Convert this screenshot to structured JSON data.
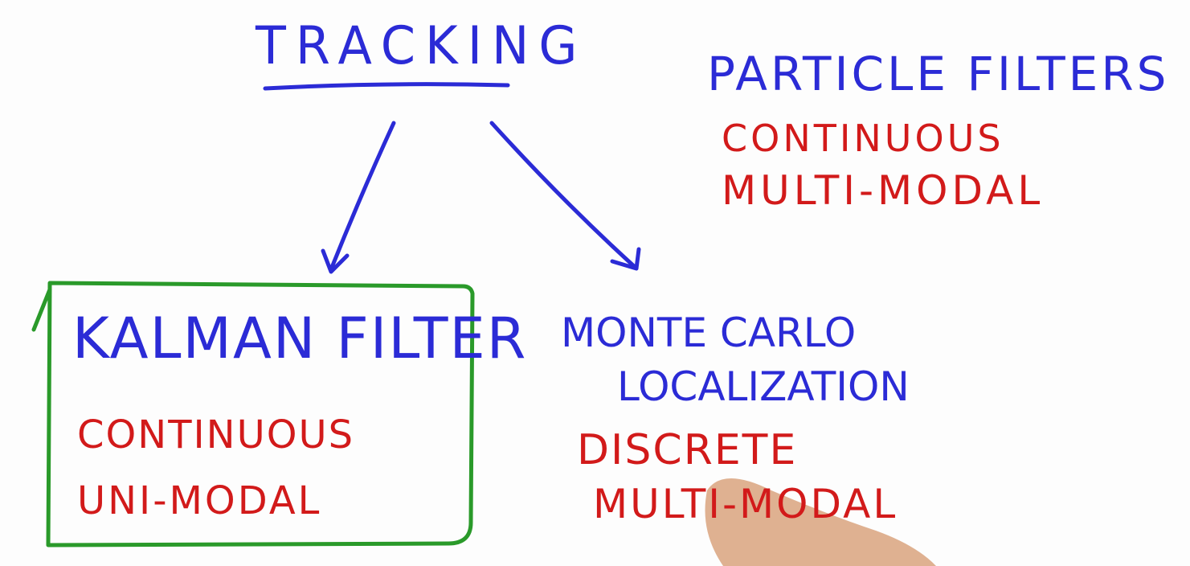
{
  "diagram": {
    "title": "TRACKING",
    "particle_filters": {
      "title": "PARTICLE FILTERS",
      "lines": [
        "CONTINUOUS",
        "MULTI-MODAL"
      ]
    },
    "kalman_filter": {
      "title": "KALMAN FILTER",
      "lines": [
        "CONTINUOUS",
        "UNI-MODAL"
      ]
    },
    "monte_carlo": {
      "title_lines": [
        "MONTE CARLO",
        "LOCALIZATION"
      ],
      "lines": [
        "DISCRETE",
        "MULTI-MODAL"
      ]
    }
  },
  "colors": {
    "blue_ink": "#2b2bd6",
    "red_ink": "#d21a1a",
    "green_ink": "#2a9a2a",
    "hand": "#d9a37e"
  }
}
